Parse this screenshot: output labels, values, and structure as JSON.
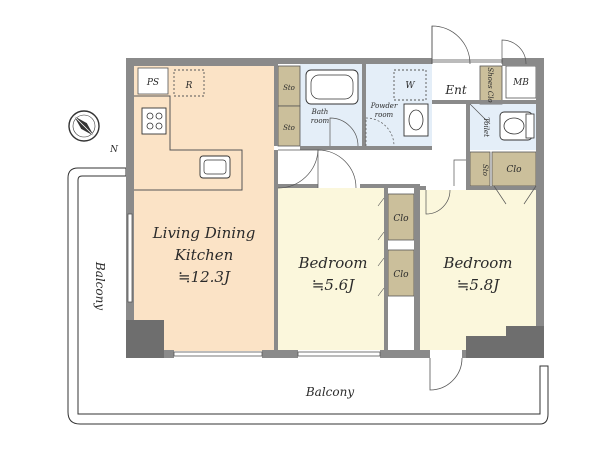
{
  "floorplan": {
    "ldk": {
      "name_line1": "Living Dining",
      "name_line2": "Kitchen",
      "size": "≒12.3J"
    },
    "bedroom_center": {
      "name": "Bedroom",
      "size": "≒5.6J"
    },
    "bedroom_right": {
      "name": "Bedroom",
      "size": "≒5.8J"
    },
    "bathroom": {
      "line1": "Bath",
      "line2": "room"
    },
    "powder_room": {
      "line1": "Powder",
      "line2": "room"
    },
    "entrance": "Ent",
    "toilet": "Toilet",
    "shoes_closet": "Shoes Clo",
    "meter_box": "MB",
    "pipe_space": "PS",
    "refrigerator": "R",
    "washer": "W",
    "storage_labels": [
      "Sto",
      "Sto",
      "Sto"
    ],
    "closet_labels": [
      "Clo",
      "Clo",
      "Clo"
    ],
    "balcony_bottom": "Balcony",
    "balcony_left": "Balcony",
    "compass_letter": "N"
  },
  "colors": {
    "wall": "#8a8a8a",
    "wall_dark": "#6e6e6e",
    "ldk_floor": "#fbe3c6",
    "bedroom_floor": "#fbf7dc",
    "wet_floor": "#e4eef8",
    "storage_floor": "#cbbf9b",
    "corridor_floor": "#ffffff"
  }
}
